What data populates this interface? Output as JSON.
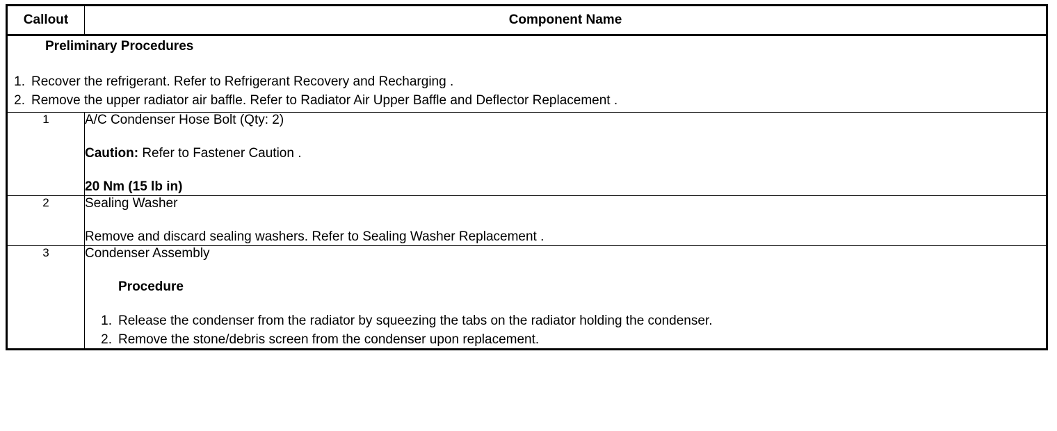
{
  "table": {
    "headers": {
      "callout": "Callout",
      "component": "Component Name"
    },
    "preliminary": {
      "heading": "Preliminary Procedures",
      "steps": [
        {
          "num": "1.",
          "text": "Recover the refrigerant. Refer to Refrigerant Recovery and Recharging ."
        },
        {
          "num": "2.",
          "text": "Remove the upper radiator air baffle. Refer to Radiator Air Upper Baffle and Deflector Replacement ."
        }
      ]
    },
    "rows": [
      {
        "callout": "1",
        "title": "A/C Condenser Hose Bolt (Qty: 2)",
        "caution_label": "Caution:",
        "caution_text": " Refer to Fastener Caution .",
        "torque": "20 Nm (15 lb in)"
      },
      {
        "callout": "2",
        "title": "Sealing Washer",
        "note": "Remove and discard sealing washers. Refer to Sealing Washer Replacement ."
      },
      {
        "callout": "3",
        "title": "Condenser Assembly",
        "procedure_heading": "Procedure",
        "procedure_steps": [
          {
            "num": "1.",
            "text": "Release the condenser from the radiator by squeezing the tabs on the radiator holding the condenser."
          },
          {
            "num": "2.",
            "text": "Remove the stone/debris screen from the condenser upon replacement."
          }
        ]
      }
    ]
  }
}
